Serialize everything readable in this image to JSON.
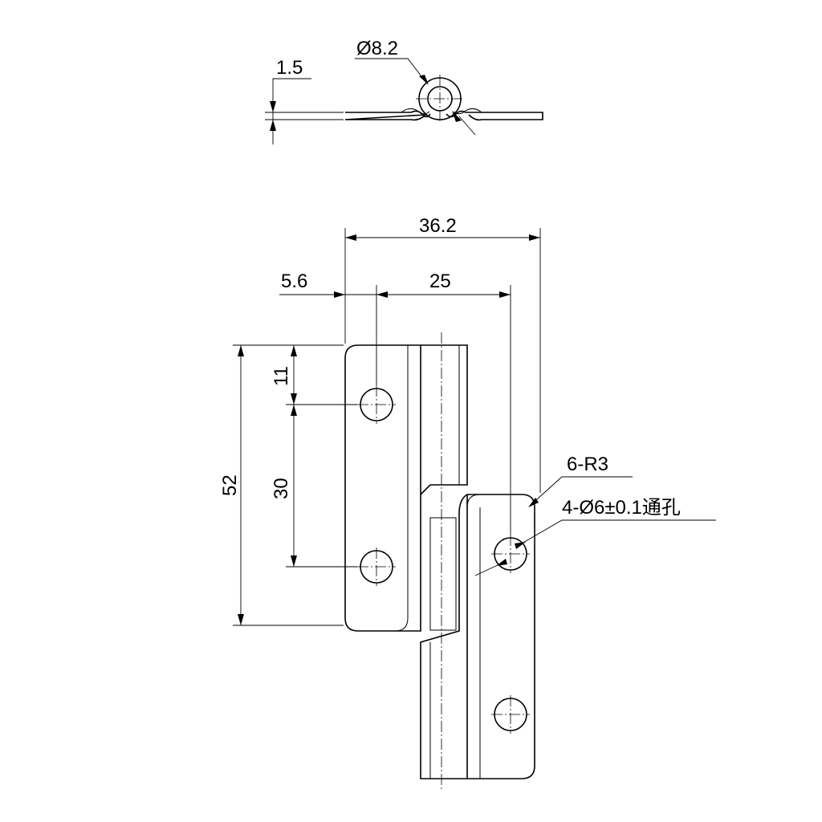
{
  "dimensions": {
    "pin_diameter": "Ø8.2",
    "thickness": "1.5",
    "overall_width": "36.2",
    "hole_offset": "5.6",
    "hole_spacing_x": "25",
    "overall_height": "52",
    "top_hole_offset": "11",
    "hole_spacing_y": "30",
    "corner_radius": "6-R3",
    "hole_spec": "4-Ø6±0.1通孔"
  }
}
